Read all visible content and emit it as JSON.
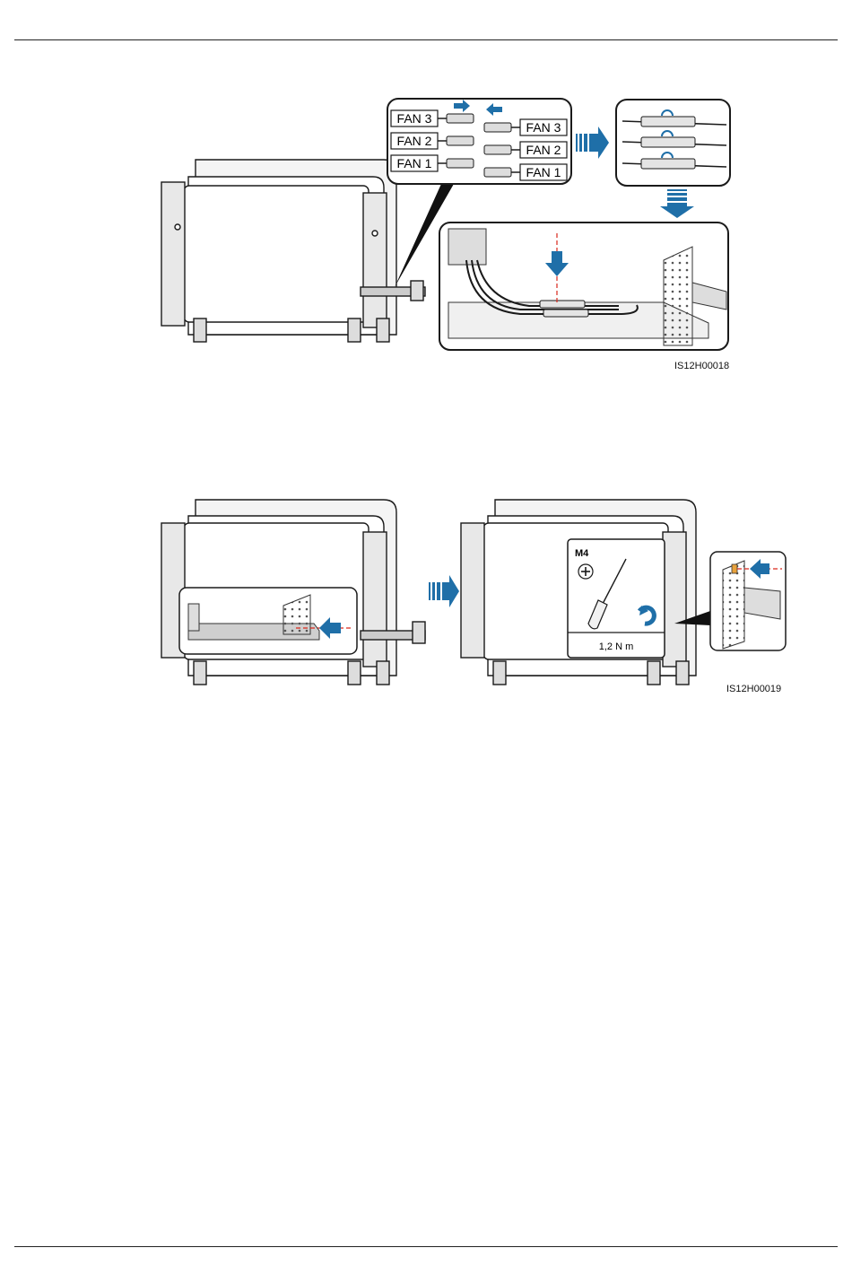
{
  "figure1": {
    "id": "IS12H00018",
    "fan_labels_left": [
      "FAN 3",
      "FAN 2",
      "FAN 1"
    ],
    "fan_labels_right": [
      "FAN 3",
      "FAN 2",
      "FAN 1"
    ]
  },
  "figure2": {
    "id": "IS12H00019",
    "screw_type": "M4",
    "torque": "1,2 N m"
  },
  "colors": {
    "accent_blue": "#1f6fa8",
    "dash_red": "#d9271b",
    "line": "#1a1a1a"
  }
}
